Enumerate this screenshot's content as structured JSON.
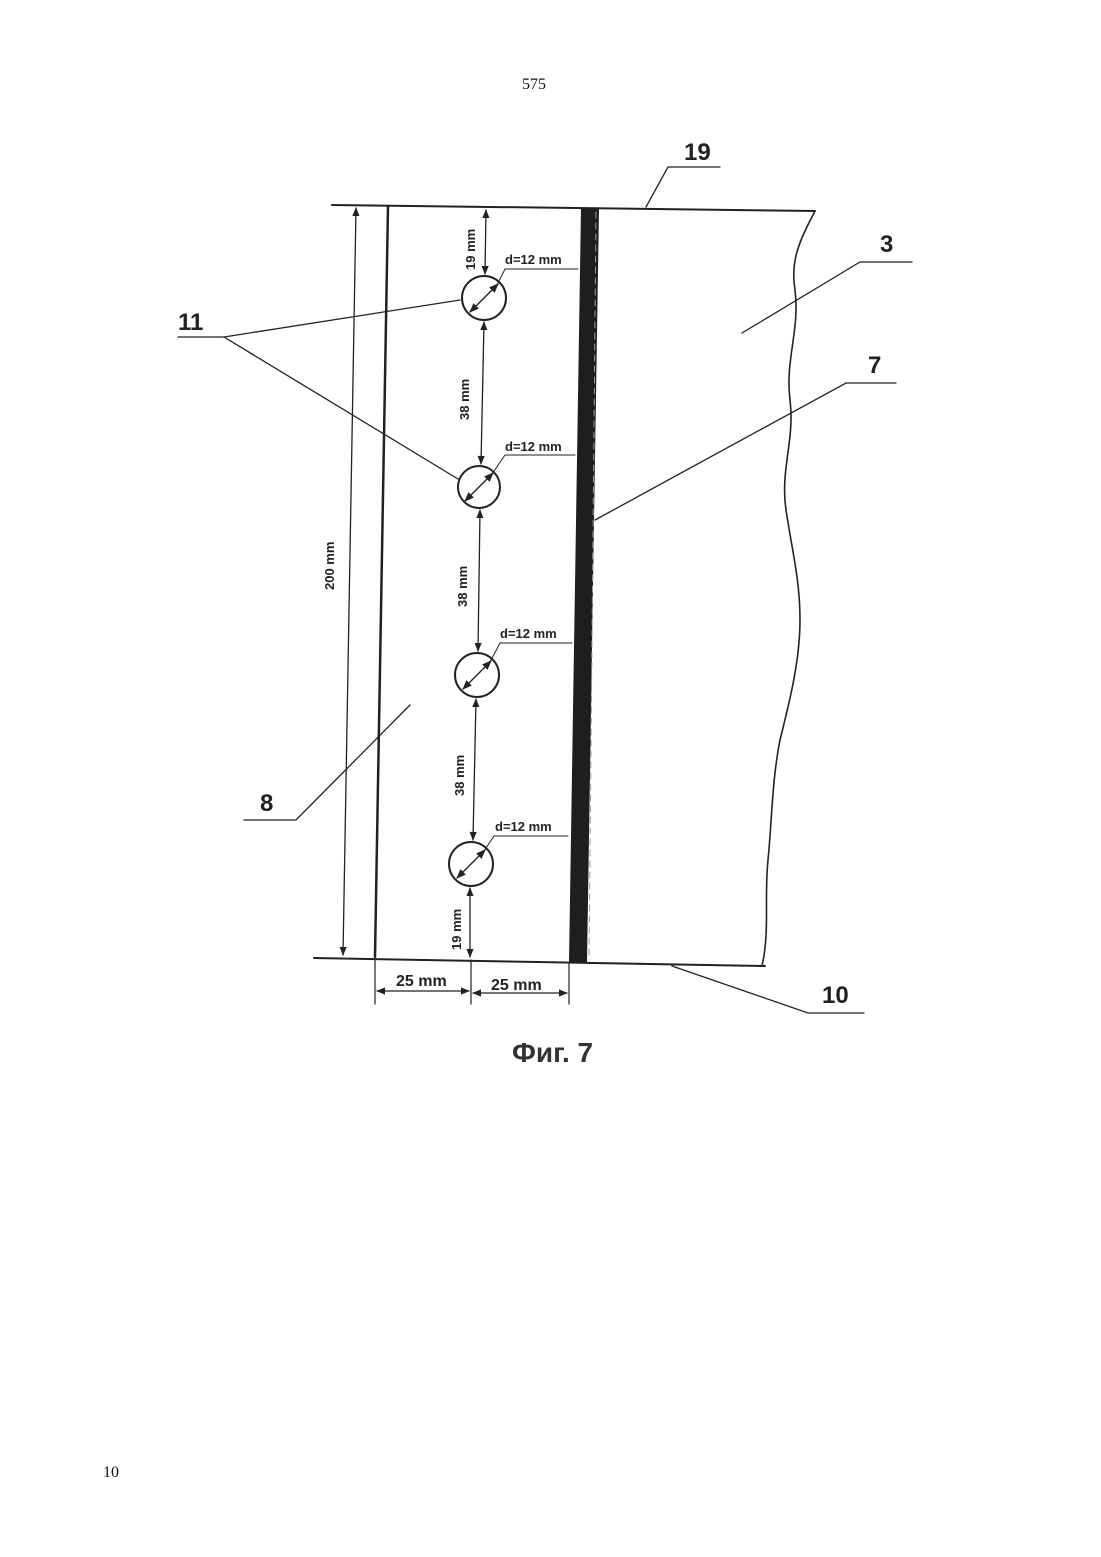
{
  "page": {
    "top_number": "575",
    "bottom_number": "10"
  },
  "figure": {
    "caption": "Фиг. 7",
    "callouts": {
      "c19": "19",
      "c3": "3",
      "c11": "11",
      "c7": "7",
      "c8": "8",
      "c10": "10"
    },
    "dimensions": {
      "height_total": "200 mm",
      "top_gap": "19 mm",
      "bottom_gap": "19 mm",
      "spacing_1": "38 mm",
      "spacing_2": "38 mm",
      "spacing_3": "38 mm",
      "hole_1": "d=12 mm",
      "hole_2": "d=12 mm",
      "hole_3": "d=12 mm",
      "hole_4": "d=12 mm",
      "width_left": "25 mm",
      "width_right": "25 mm"
    }
  }
}
